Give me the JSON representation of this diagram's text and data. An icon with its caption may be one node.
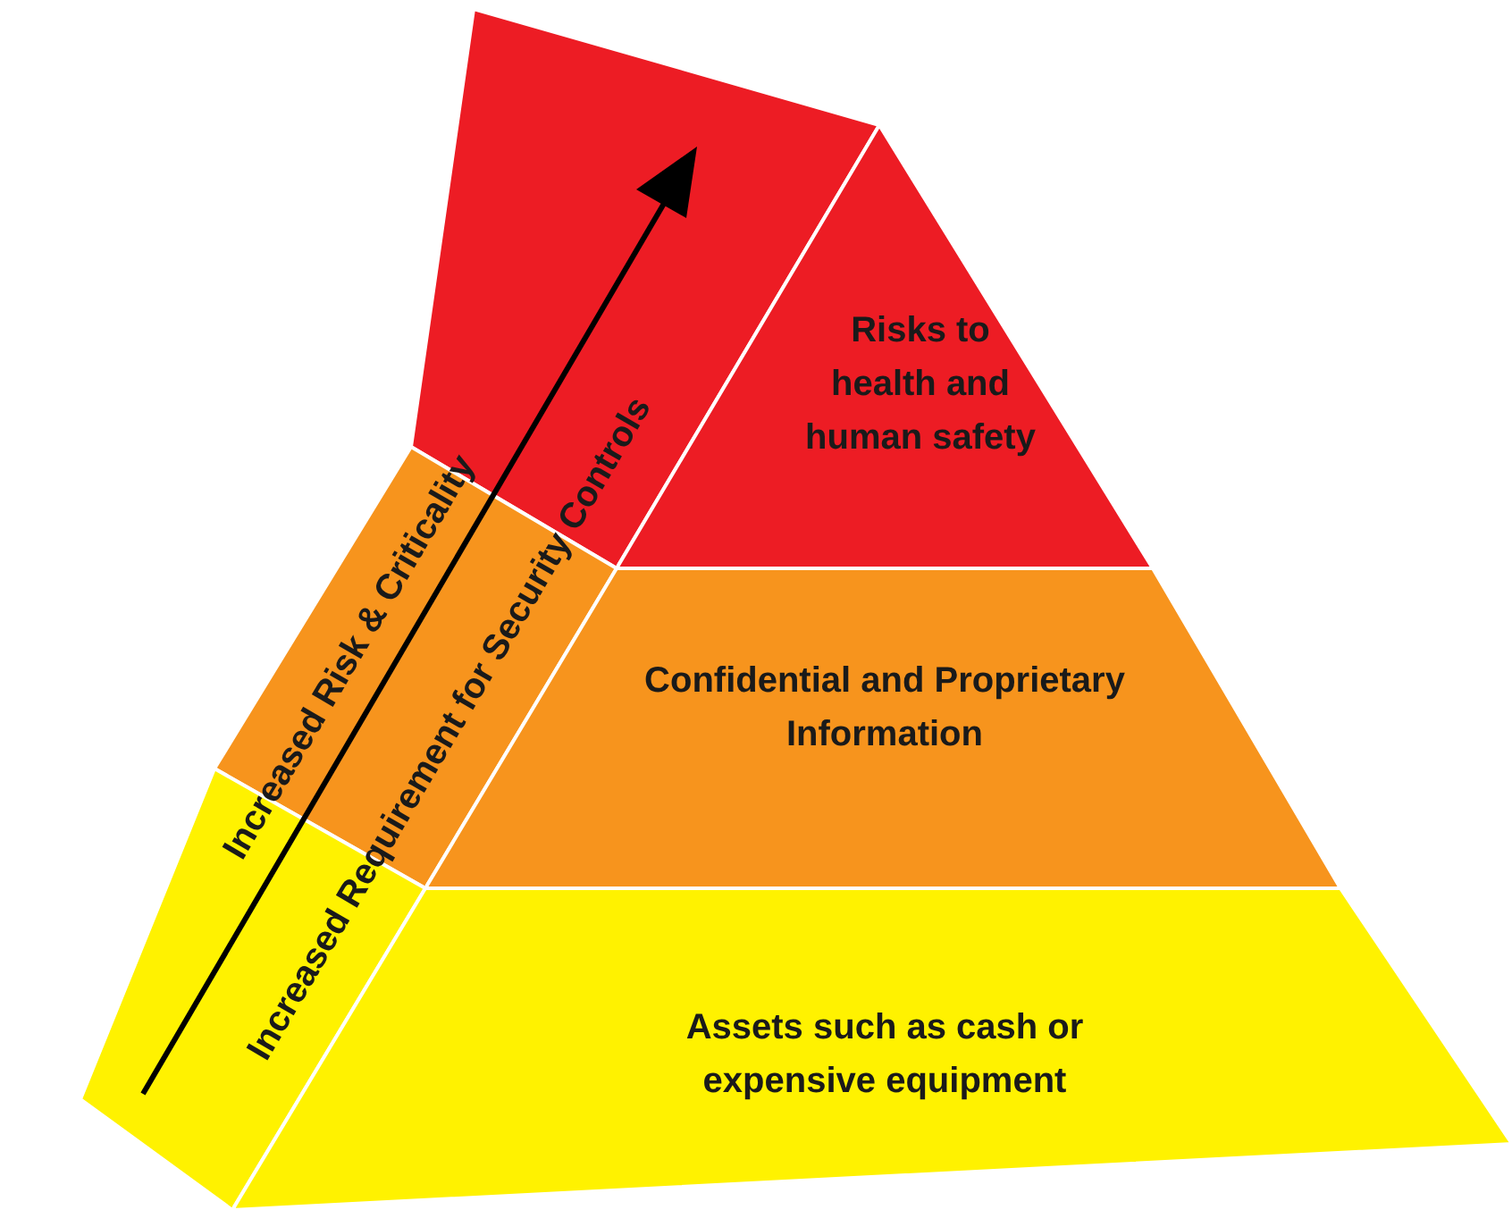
{
  "diagram": {
    "nodes": [
      {
        "text": [
          "Risks to health and human safety"
        ]
      },
      {
        "text": [
          "Confidential and Proprietary Information"
        ]
      },
      {
        "text": [
          "Assets such as cash or expensive equipment"
        ]
      }
    ],
    "labels": [
      "Increased Risk & Criticality",
      "Increased Requirement for Security Controls"
    ]
  }
}
